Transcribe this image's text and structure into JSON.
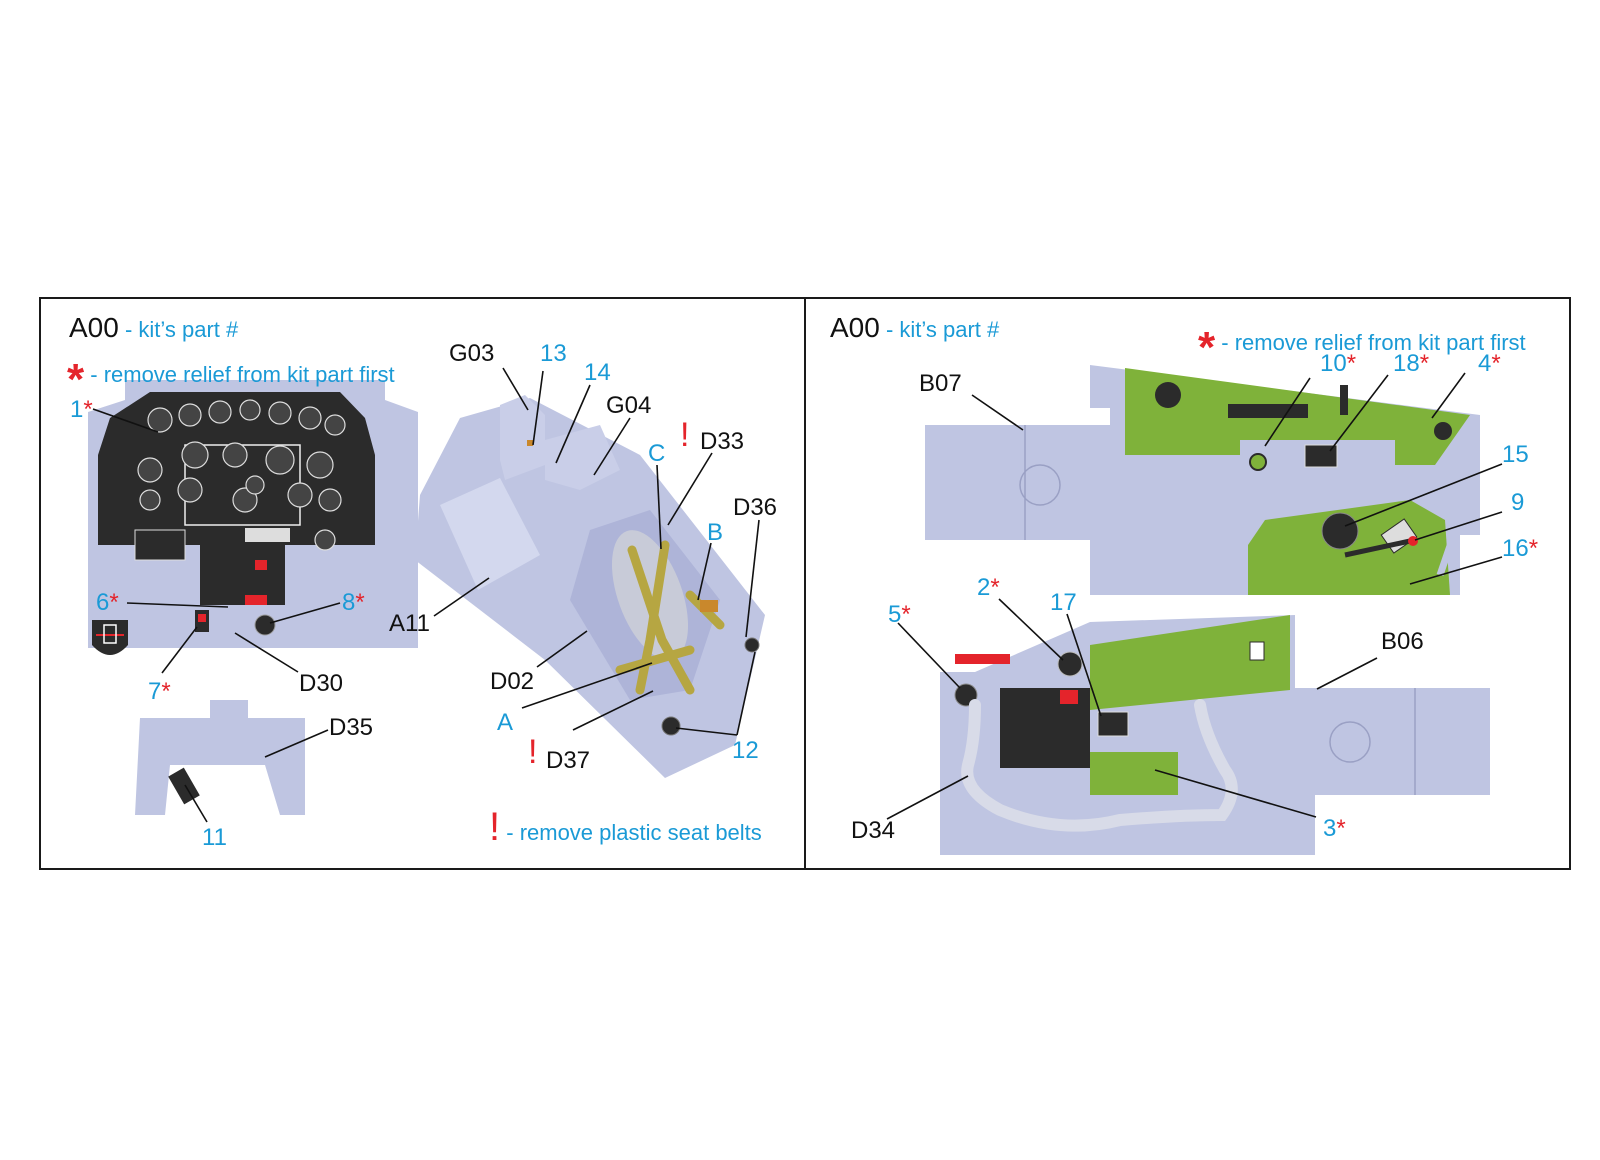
{
  "colors": {
    "label_black": "#111111",
    "label_blue": "#1a9ad6",
    "mark_red": "#e4242b",
    "plastic_grey": "#bfc5e2",
    "panel_green": "#7fb23a",
    "instrument_black": "#2b2b2b"
  },
  "left_panel": {
    "legend": {
      "part_code": "A00",
      "part_text": "- kit’s part #",
      "star_symbol": "*",
      "star_text": "- remove relief from kit part first",
      "excl_symbol": "!",
      "excl_text": "- remove plastic seat belts"
    },
    "kit_labels": {
      "g03": "G03",
      "g04": "G04",
      "d33": "D33",
      "d36": "D36",
      "a11": "A11",
      "d02": "D02",
      "d37": "D37",
      "d30": "D30",
      "d35": "D35"
    },
    "decal_labels": {
      "n1": "1",
      "n6": "6",
      "n7": "7",
      "n8": "8",
      "n11": "11",
      "n12": "12",
      "n13": "13",
      "n14": "14",
      "a": "A",
      "b": "B",
      "c": "C"
    },
    "marks": {
      "star": "*",
      "excl": "!"
    }
  },
  "right_panel": {
    "legend": {
      "part_code": "A00",
      "part_text": "- kit’s part #",
      "star_symbol": "*",
      "star_text": "- remove relief from kit part first"
    },
    "kit_labels": {
      "b07": "B07",
      "b06": "B06",
      "d34": "D34"
    },
    "decal_labels": {
      "n2": "2",
      "n3": "3",
      "n4": "4",
      "n5": "5",
      "n9": "9",
      "n10": "10",
      "n15": "15",
      "n16": "16",
      "n17": "17",
      "n18": "18"
    },
    "marks": {
      "star": "*"
    }
  },
  "icons": [
    "instrument-panel-icon",
    "seat-icon",
    "sidewall-left-icon",
    "sidewall-right-icon",
    "manufacturer-logo-icon"
  ]
}
